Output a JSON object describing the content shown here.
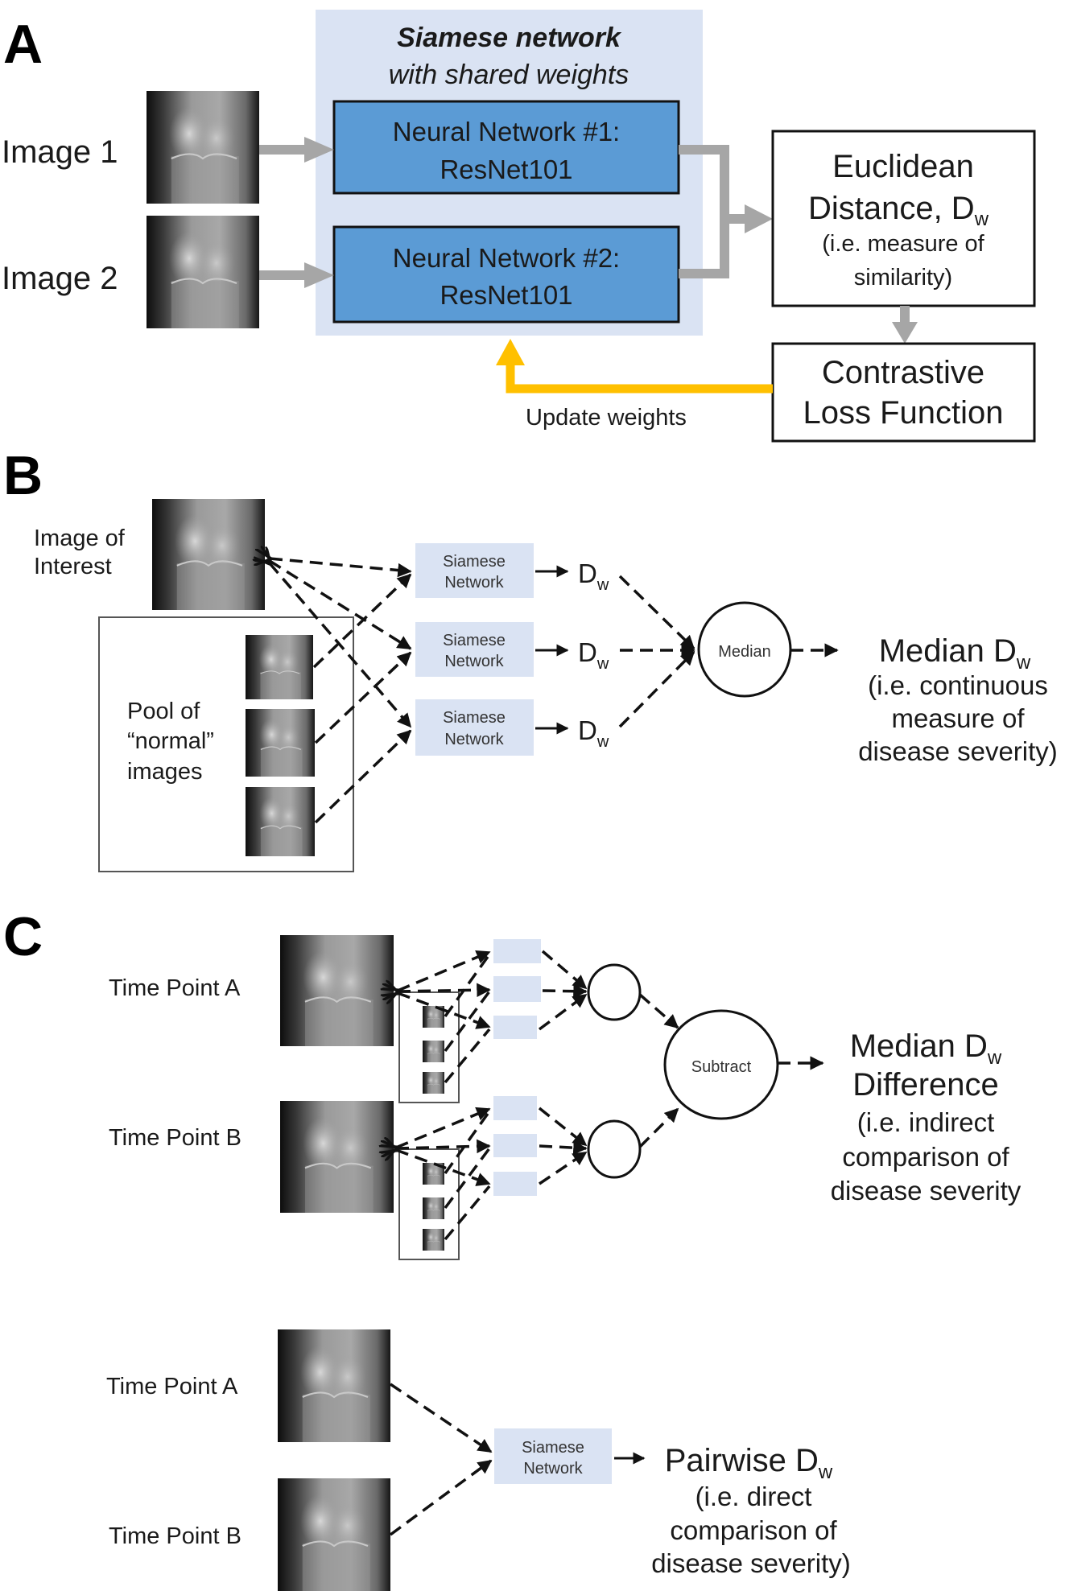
{
  "figure": {
    "panel_labels": {
      "a": "A",
      "b": "B",
      "c": "C"
    },
    "colors": {
      "network_blue": "#5b9bd5",
      "siamese_bg": "#dae3f3",
      "connector_gray": "#a6a6a6",
      "update_yellow": "#ffc000"
    }
  },
  "panel_a": {
    "image1_label": "Image 1",
    "image2_label": "Image 2",
    "siamese_title": "Siamese network",
    "siamese_subtitle": "with shared weights",
    "nn1": {
      "line1": "Neural Network #1:",
      "line2": "ResNet101"
    },
    "nn2": {
      "line1": "Neural Network #2:",
      "line2": "ResNet101"
    },
    "euclidean": {
      "line1": "Euclidean",
      "line2_main": "Distance, D",
      "line2_sub": "w",
      "line3": "(i.e. measure of",
      "line4": "similarity)"
    },
    "contrastive": {
      "line1": "Contrastive",
      "line2": "Loss Function"
    },
    "update_label": "Update weights"
  },
  "panel_b": {
    "interest_label": [
      "Image of",
      "Interest"
    ],
    "pool_label": [
      "Pool of",
      "“normal”",
      "images"
    ],
    "siamese_boxes": [
      {
        "line1": "Siamese",
        "line2": "Network"
      },
      {
        "line1": "Siamese",
        "line2": "Network"
      },
      {
        "line1": "Siamese",
        "line2": "Network"
      }
    ],
    "dw_main": "D",
    "dw_sub": "w",
    "median_circle": "Median",
    "result": {
      "title_main": "Median D",
      "title_sub": "w",
      "lines": [
        "(i.e. continuous",
        "measure of",
        "disease severity)"
      ]
    }
  },
  "panel_c": {
    "indirect": {
      "time_a": "Time Point  A",
      "time_b": "Time Point  B",
      "subtract_circle": "Subtract",
      "result": {
        "title_main": "Median D",
        "title_sub": "w",
        "line2": "Difference",
        "lines": [
          "(i.e. indirect",
          "comparison of",
          "disease severity"
        ]
      }
    },
    "direct": {
      "time_a": "Time Point  A",
      "time_b": "Time Point  B",
      "siamese_box": {
        "line1": "Siamese",
        "line2": "Network"
      },
      "result": {
        "title_main": "Pairwise D",
        "title_sub": "w",
        "lines": [
          "(i.e. direct",
          "comparison of",
          "disease severity)"
        ]
      }
    }
  }
}
